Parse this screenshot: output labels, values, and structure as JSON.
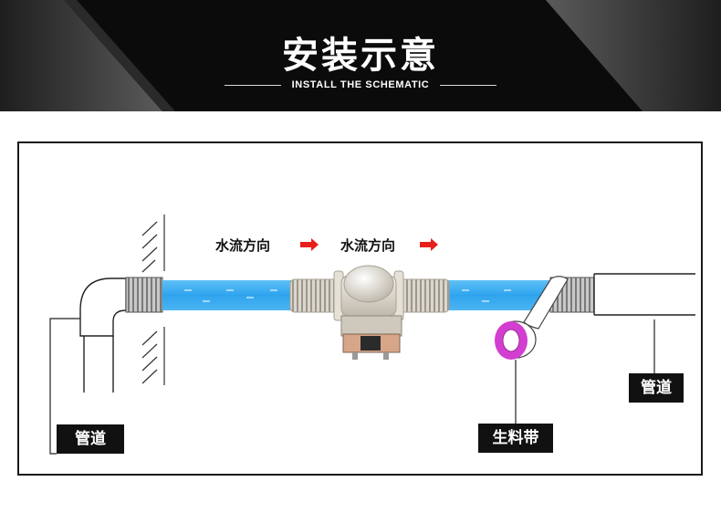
{
  "header": {
    "title": "安装示意",
    "subtitle": "INSTALL THE SCHEMATIC"
  },
  "diagram": {
    "flow_labels": [
      "水流方向",
      "水流方向"
    ],
    "labels": {
      "pipe_left": "管道",
      "pipe_right": "管道",
      "tape": "生料带"
    }
  },
  "colors": {
    "water": "#3aa8ee",
    "flow_arrow": "#e8201c",
    "tape": "#d23fd0",
    "banner": "#0b0b0b",
    "tag_bg": "#111111"
  }
}
